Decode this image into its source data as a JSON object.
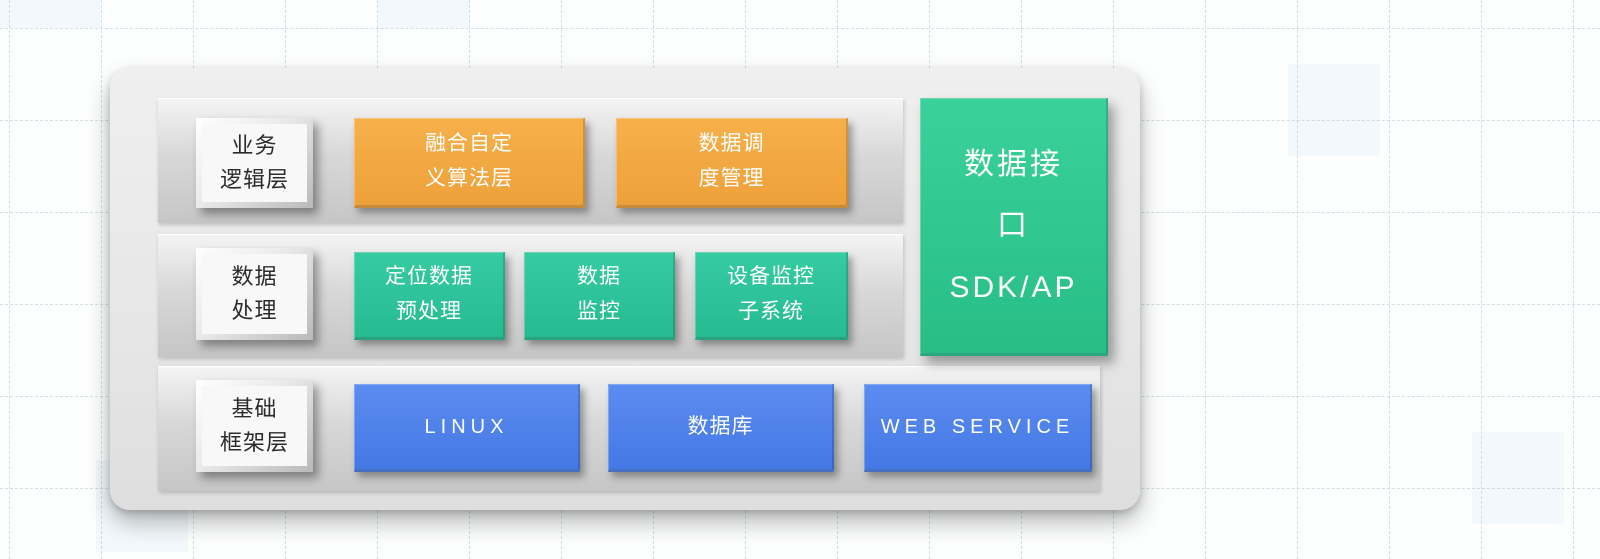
{
  "diagram": {
    "layers": [
      {
        "label": "业务\n逻辑层",
        "boxes": [
          {
            "text": "融合自定\n义算法层"
          },
          {
            "text": "数据调\n度管理"
          }
        ]
      },
      {
        "label": "数据\n处理",
        "boxes": [
          {
            "text": "定位数据\n预处理"
          },
          {
            "text": "数据\n监控"
          },
          {
            "text": "设备监控\n子系统"
          }
        ]
      },
      {
        "label": "基础\n框架层",
        "boxes": [
          {
            "text": "LINUX"
          },
          {
            "text": "数据库"
          },
          {
            "text": "WEB SERVICE"
          }
        ]
      }
    ],
    "side_box": {
      "text": "数据接\n口\nSDK/AP"
    },
    "colors": {
      "orange": "#F0A73F",
      "teal": "#2CC49C",
      "green": "#2FC78F",
      "blue": "#4A80E8",
      "label_text": "#2B2B2B"
    }
  }
}
